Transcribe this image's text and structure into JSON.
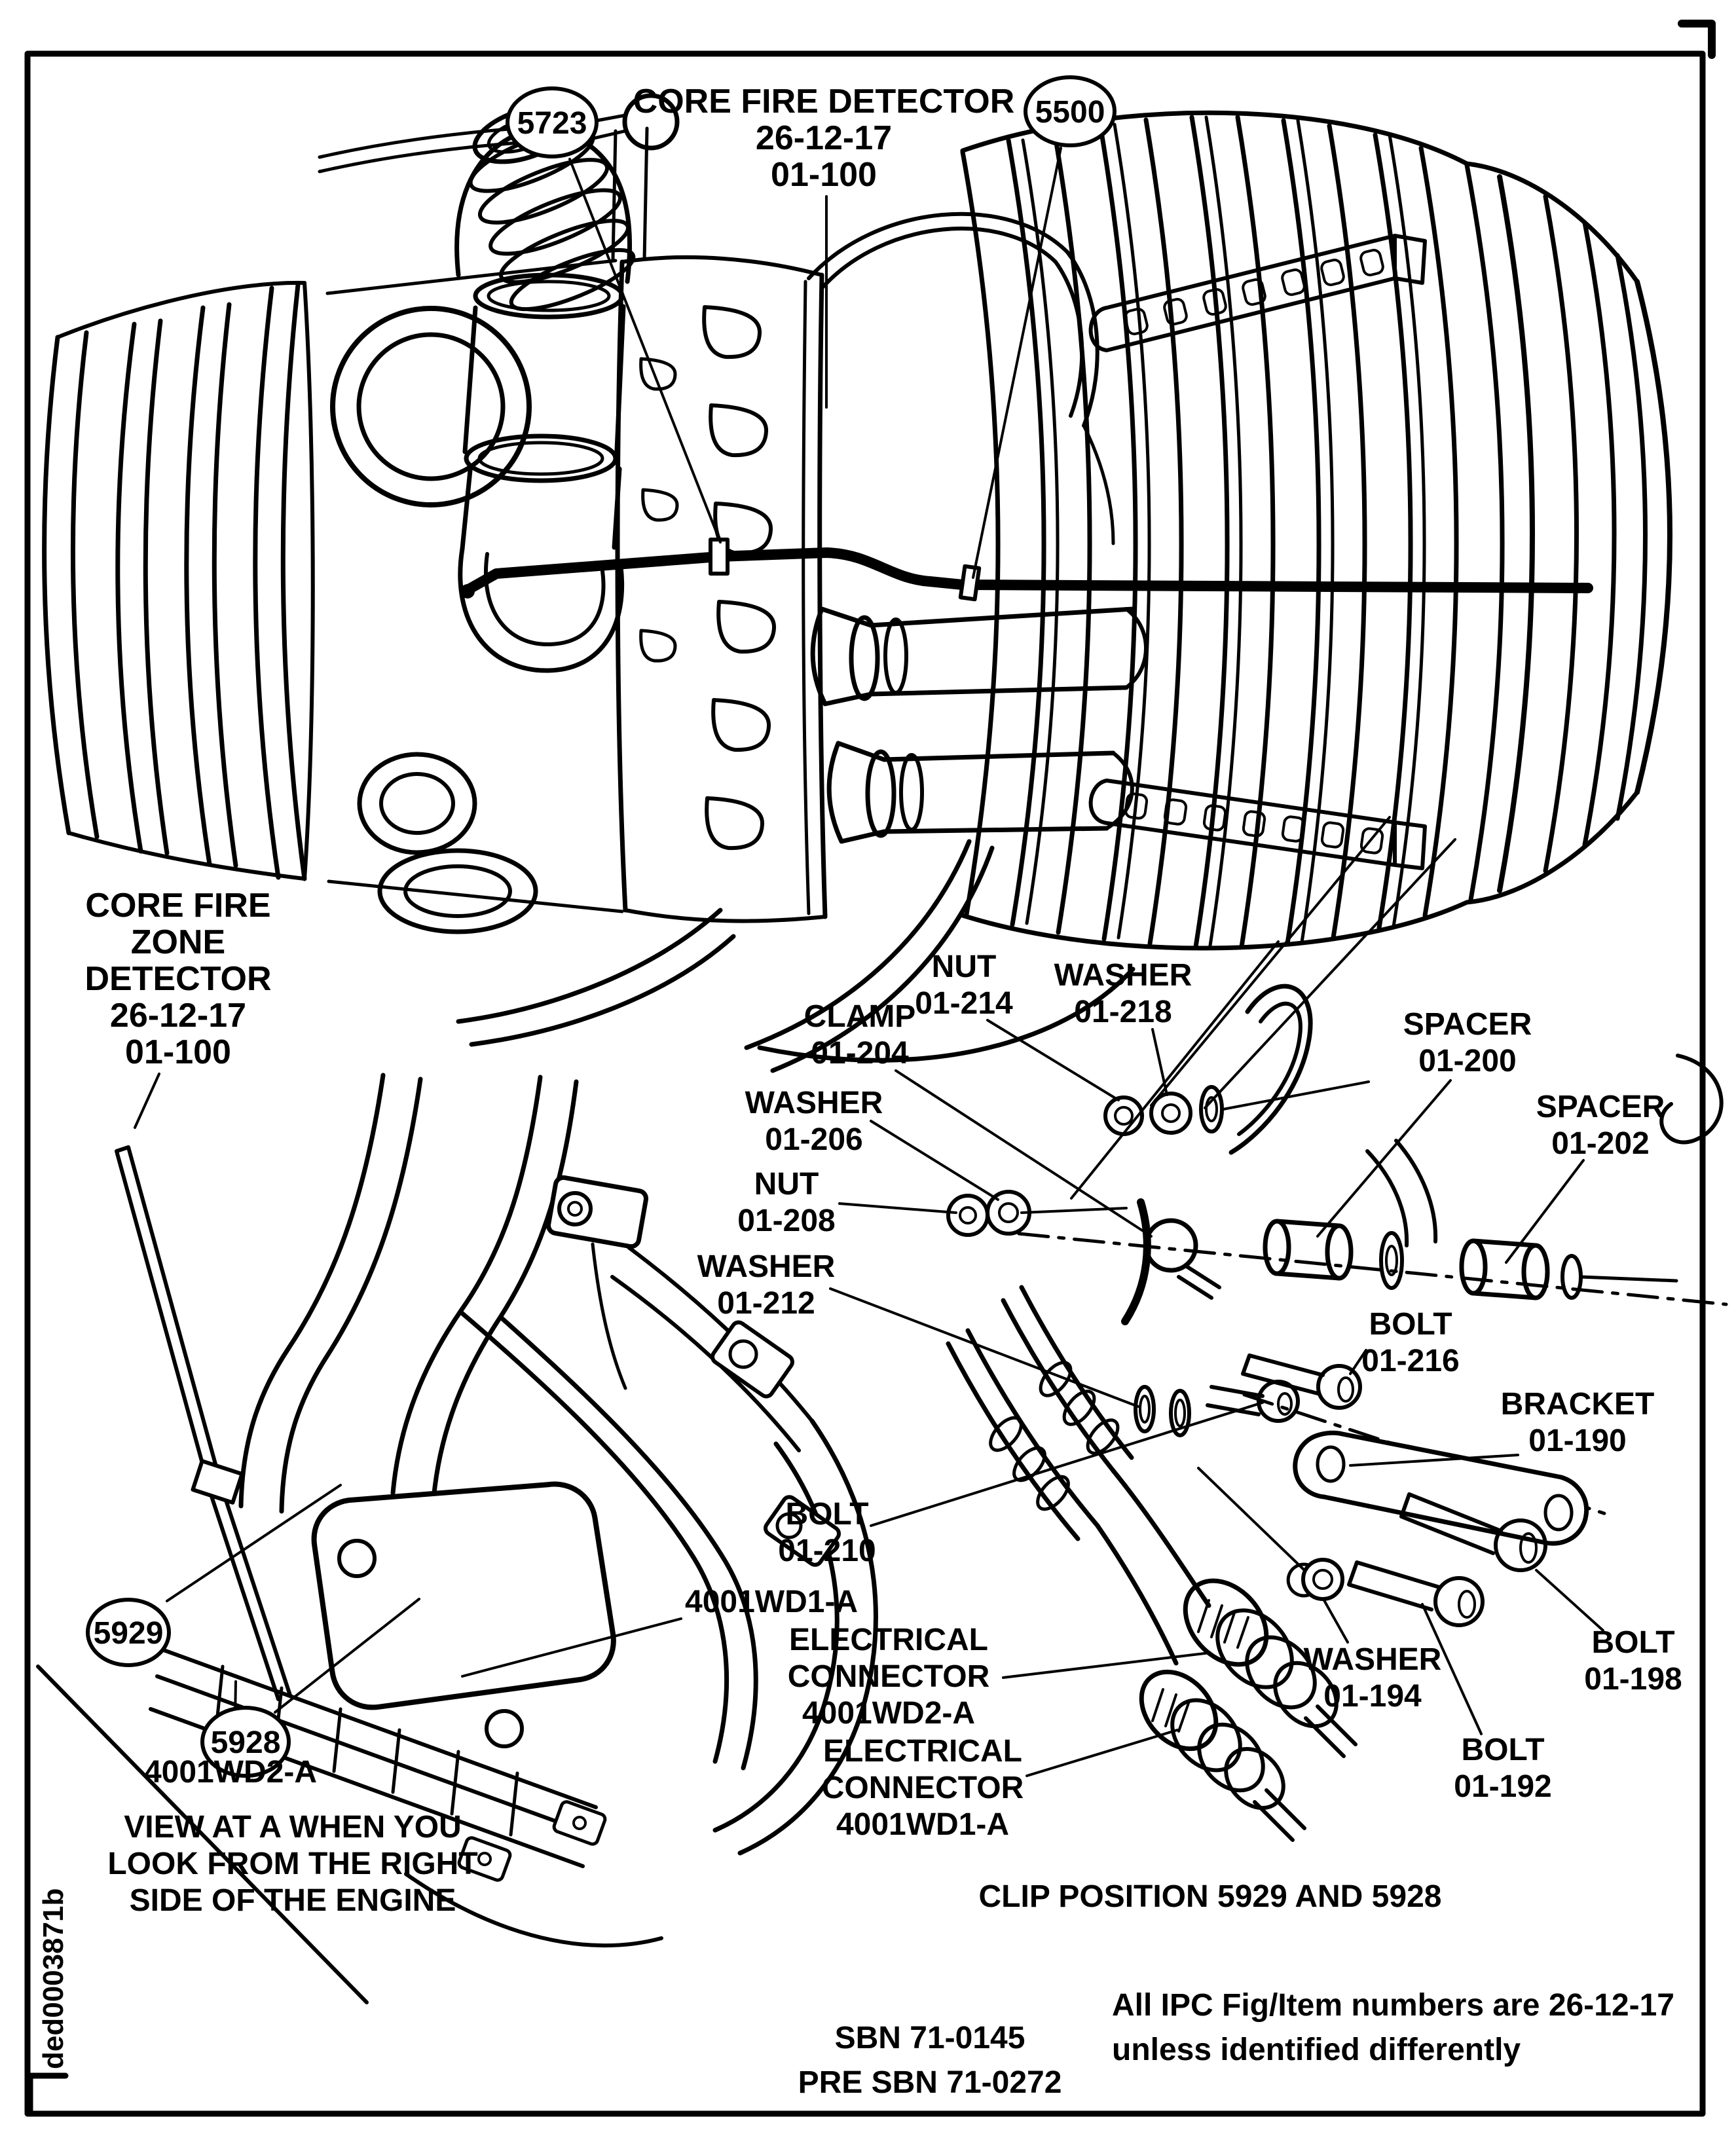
{
  "colors": {
    "ink": "#000000",
    "paper": "#ffffff"
  },
  "doc": {
    "id": "ded0003871b"
  },
  "titles": {
    "core_fire_detector": [
      "CORE FIRE DETECTOR",
      "26-12-17",
      "01-100"
    ],
    "core_fire_zone_detector": [
      "CORE FIRE",
      "ZONE",
      "DETECTOR",
      "26-12-17",
      "01-100"
    ]
  },
  "callouts": {
    "c5723": "5723",
    "c5500": "5500",
    "c5929": "5929",
    "c5928": "5928"
  },
  "parts": {
    "nut_214": {
      "name": "NUT",
      "num": "01-214"
    },
    "washer_218": {
      "name": "WASHER",
      "num": "01-218"
    },
    "clamp_204": {
      "name": "CLAMP",
      "num": "01-204"
    },
    "spacer_200": {
      "name": "SPACER",
      "num": "01-200"
    },
    "spacer_202": {
      "name": "SPACER",
      "num": "01-202"
    },
    "washer_206": {
      "name": "WASHER",
      "num": "01-206"
    },
    "nut_208": {
      "name": "NUT",
      "num": "01-208"
    },
    "washer_212": {
      "name": "WASHER",
      "num": "01-212"
    },
    "bolt_216": {
      "name": "BOLT",
      "num": "01-216"
    },
    "bracket_190": {
      "name": "BRACKET",
      "num": "01-190"
    },
    "bolt_210": {
      "name": "BOLT",
      "num": "01-210"
    },
    "washer_194": {
      "name": "WASHER",
      "num": "01-194"
    },
    "bolt_198": {
      "name": "BOLT",
      "num": "01-198"
    },
    "bolt_192": {
      "name": "BOLT",
      "num": "01-192"
    }
  },
  "connectors": {
    "wd1_ref": "4001WD1-A",
    "wd2_ref": "4001WD2-A",
    "elec_wd2": [
      "ELECTRICAL",
      "CONNECTOR",
      "4001WD2-A"
    ],
    "elec_wd1": [
      "ELECTRICAL",
      "CONNECTOR",
      "4001WD1-A"
    ]
  },
  "notes": {
    "view": [
      "VIEW AT A WHEN YOU",
      "LOOK FROM THE RIGHT",
      "SIDE OF THE ENGINE"
    ],
    "clip_position": "CLIP POSITION 5929 AND 5928",
    "ipc": [
      "All IPC Fig/Item numbers are 26-12-17",
      "unless identified differently"
    ],
    "sbn": [
      "SBN 71-0145",
      "PRE SBN 71-0272"
    ]
  }
}
